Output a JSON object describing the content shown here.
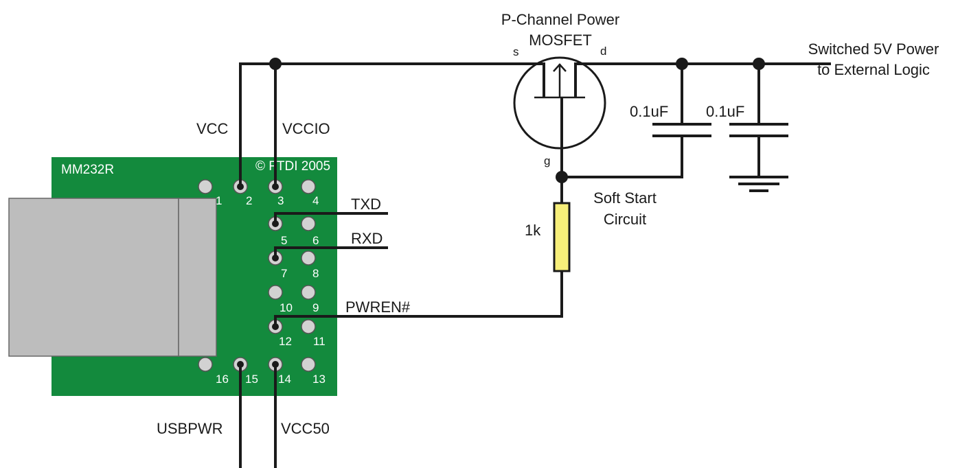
{
  "board": {
    "name": "MM232R",
    "copyright": "© FTDI 2005",
    "colors": {
      "board": "#138a3d",
      "pin": "#d2d2d2",
      "connector": "#bdbdbd"
    }
  },
  "pins": {
    "p1": "1",
    "p2": "2",
    "p3": "3",
    "p4": "4",
    "p5": "5",
    "p6": "6",
    "p7": "7",
    "p8": "8",
    "p9": "9",
    "p10": "10",
    "p11": "11",
    "p12": "12",
    "p13": "13",
    "p14": "14",
    "p15": "15",
    "p16": "16"
  },
  "signals": {
    "vcc": "VCC",
    "vccio": "VCCIO",
    "txd": "TXD",
    "rxd": "RXD",
    "pwren": "PWREN#",
    "usbpwr": "USBPWR",
    "vcc50": "VCC50"
  },
  "mosfet": {
    "title_line1": "P-Channel Power",
    "title_line2": "MOSFET",
    "source": "s",
    "drain": "d",
    "gate": "g"
  },
  "components": {
    "resistor": "1k",
    "resistor_color": "#f7ef7a",
    "capacitor1": "0.1uF",
    "capacitor2": "0.1uF",
    "soft_start_line1": "Soft Start",
    "soft_start_line2": "Circuit"
  },
  "output": {
    "line1": "Switched 5V Power",
    "line2": "to External Logic"
  }
}
